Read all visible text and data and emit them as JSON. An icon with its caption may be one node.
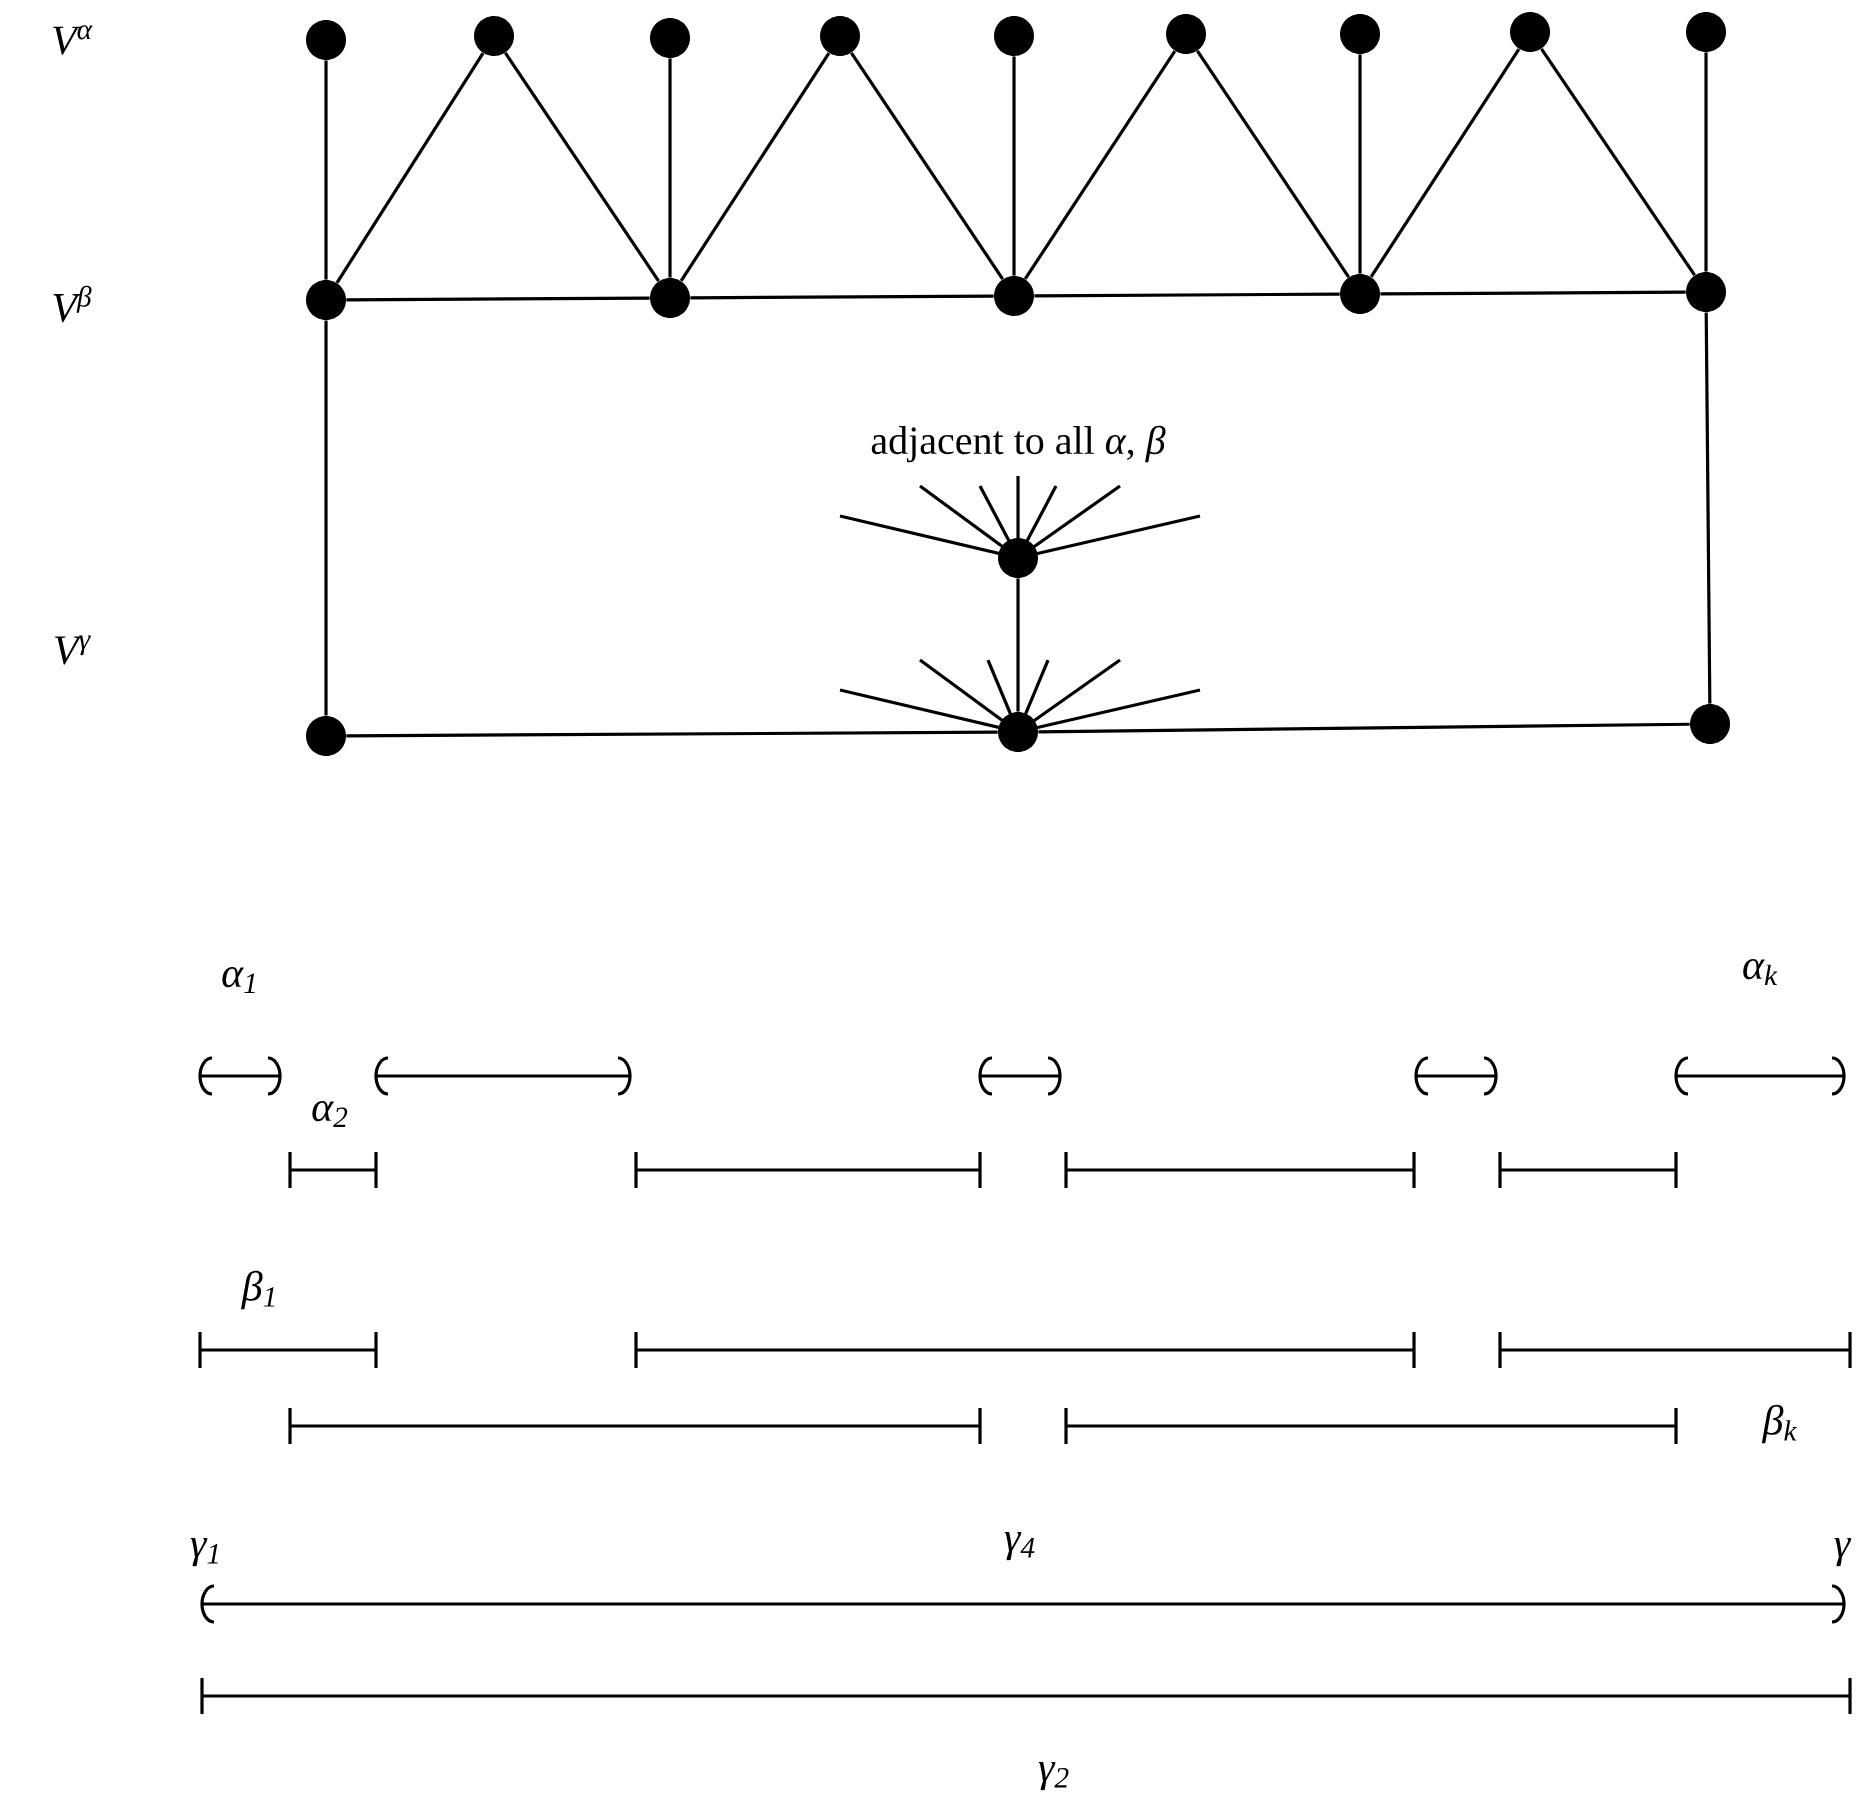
{
  "diagram": {
    "nodes": [
      {
        "text": [],
        "shape": "circle"
      },
      {
        "text": [],
        "shape": "circle"
      },
      {
        "text": [],
        "shape": "circle"
      },
      {
        "text": [],
        "shape": "circle"
      },
      {
        "text": [],
        "shape": "circle"
      },
      {
        "text": [],
        "shape": "circle"
      },
      {
        "text": [],
        "shape": "circle"
      },
      {
        "text": [],
        "shape": "circle"
      },
      {
        "text": [],
        "shape": "circle"
      },
      {
        "text": [],
        "shape": "circle"
      },
      {
        "text": [],
        "shape": "circle"
      },
      {
        "text": [],
        "shape": "circle"
      },
      {
        "text": [],
        "shape": "circle"
      },
      {
        "text": [],
        "shape": "circle"
      },
      {
        "text": [],
        "shape": "circle",
        "beside": [
          "adjacent to all *α*, *β*"
        ]
      },
      {
        "text": [],
        "shape": "circle"
      },
      {
        "text": [],
        "shape": "circle"
      },
      {
        "text": [],
        "shape": "circle"
      }
    ],
    "edges": [
      {
        "from": 0,
        "to": 9,
        "arrow": "none"
      },
      {
        "from": 1,
        "to": 9,
        "arrow": "none"
      },
      {
        "from": 1,
        "to": 10,
        "arrow": "none"
      },
      {
        "from": 2,
        "to": 10,
        "arrow": "none"
      },
      {
        "from": 3,
        "to": 10,
        "arrow": "none"
      },
      {
        "from": 3,
        "to": 11,
        "arrow": "none"
      },
      {
        "from": 4,
        "to": 11,
        "arrow": "none"
      },
      {
        "from": 5,
        "to": 11,
        "arrow": "none"
      },
      {
        "from": 5,
        "to": 12,
        "arrow": "none"
      },
      {
        "from": 6,
        "to": 12,
        "arrow": "none"
      },
      {
        "from": 7,
        "to": 12,
        "arrow": "none"
      },
      {
        "from": 7,
        "to": 13,
        "arrow": "none"
      },
      {
        "from": 8,
        "to": 13,
        "arrow": "none"
      },
      {
        "from": 9,
        "to": 10,
        "arrow": "none"
      },
      {
        "from": 10,
        "to": 11,
        "arrow": "none"
      },
      {
        "from": 11,
        "to": 12,
        "arrow": "none"
      },
      {
        "from": 12,
        "to": 13,
        "arrow": "none"
      },
      {
        "from": 9,
        "to": 15,
        "arrow": "none"
      },
      {
        "from": 13,
        "to": 17,
        "arrow": "none"
      },
      {
        "from": 15,
        "to": 16,
        "arrow": "none"
      },
      {
        "from": 16,
        "to": 17,
        "arrow": "none"
      },
      {
        "from": 14,
        "to": 16,
        "arrow": "none"
      },
      {
        "from": 14,
        "to": null,
        "arrow": "none"
      },
      {
        "from": 14,
        "to": null,
        "arrow": "none"
      },
      {
        "from": 14,
        "to": null,
        "arrow": "none"
      },
      {
        "from": 14,
        "to": null,
        "arrow": "none"
      },
      {
        "from": 14,
        "to": null,
        "arrow": "none"
      },
      {
        "from": 14,
        "to": null,
        "arrow": "none"
      },
      {
        "from": 14,
        "to": null,
        "arrow": "none"
      },
      {
        "from": 16,
        "to": null,
        "arrow": "none"
      },
      {
        "from": 16,
        "to": null,
        "arrow": "none"
      },
      {
        "from": 16,
        "to": null,
        "arrow": "none"
      },
      {
        "from": 16,
        "to": null,
        "arrow": "none"
      },
      {
        "from": 16,
        "to": null,
        "arrow": "none"
      },
      {
        "from": 16,
        "to": null,
        "arrow": "none"
      }
    ],
    "labels": [
      "V$^{α}$",
      "V$^{β}$",
      "V$^{γ}$",
      "α$_{1}$",
      "α$_{k}$",
      "α$_{2}$",
      "β$_{1}$",
      "β$_{k}$",
      "γ$_{1}$",
      "γ$_{4}$",
      "γ",
      "γ$_{2}$"
    ]
  }
}
